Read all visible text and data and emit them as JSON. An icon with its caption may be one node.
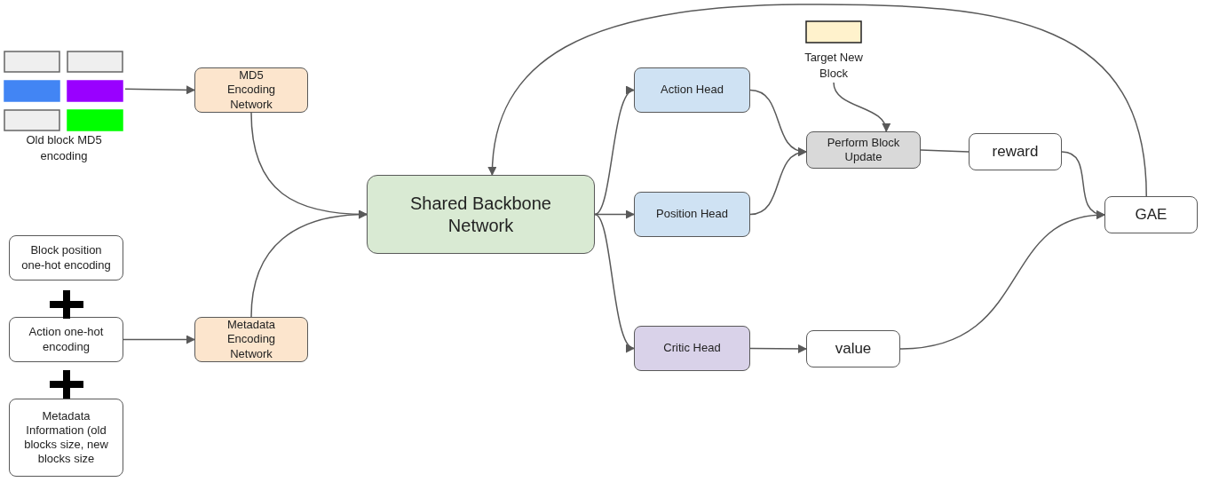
{
  "diagram": {
    "nodes": [
      {
        "text": [],
        "shape": "grid",
        "beside": [
          "Old block MD5 encoding"
        ]
      },
      {
        "text": [
          "MD5 Encoding Network"
        ]
      },
      {
        "text": [
          "Block position one-hot encoding"
        ]
      },
      {
        "text": [
          "Action one-hot encoding"
        ]
      },
      {
        "text": [
          "Metadata Information (old blocks size, new blocks size"
        ]
      },
      {
        "text": [
          "Metadata Encoding Network"
        ]
      },
      {
        "text": [
          "Shared Backbone Network"
        ]
      },
      {
        "text": [
          "Action Head"
        ]
      },
      {
        "text": [
          "Position Head"
        ]
      },
      {
        "text": [
          "Critic Head"
        ]
      },
      {
        "text": [],
        "shape": "box",
        "beside": [
          "Target New Block"
        ]
      },
      {
        "text": [
          "Perform Block Update"
        ]
      },
      {
        "text": [
          "reward"
        ]
      },
      {
        "text": [
          "value"
        ]
      },
      {
        "text": [
          "GAE"
        ]
      }
    ],
    "edges": [
      {
        "from": 0,
        "to": 1,
        "arrow": "to"
      },
      {
        "from": 1,
        "to": 6,
        "arrow": "to"
      },
      {
        "from": 3,
        "to": 5,
        "arrow": "to"
      },
      {
        "from": 5,
        "to": 6,
        "arrow": "to"
      },
      {
        "from": 6,
        "to": 7,
        "arrow": "to"
      },
      {
        "from": 6,
        "to": 8,
        "arrow": "to"
      },
      {
        "from": 6,
        "to": 9,
        "arrow": "to"
      },
      {
        "from": 7,
        "to": 11,
        "arrow": "to"
      },
      {
        "from": 8,
        "to": 11,
        "arrow": "to"
      },
      {
        "from": 10,
        "to": 11,
        "arrow": "to"
      },
      {
        "from": 11,
        "to": 12,
        "arrow": "none"
      },
      {
        "from": 12,
        "to": 14,
        "arrow": "to"
      },
      {
        "from": 9,
        "to": 13,
        "arrow": "to"
      },
      {
        "from": 13,
        "to": 14,
        "arrow": "to"
      },
      {
        "from": 14,
        "to": 6,
        "arrow": "to"
      }
    ]
  }
}
